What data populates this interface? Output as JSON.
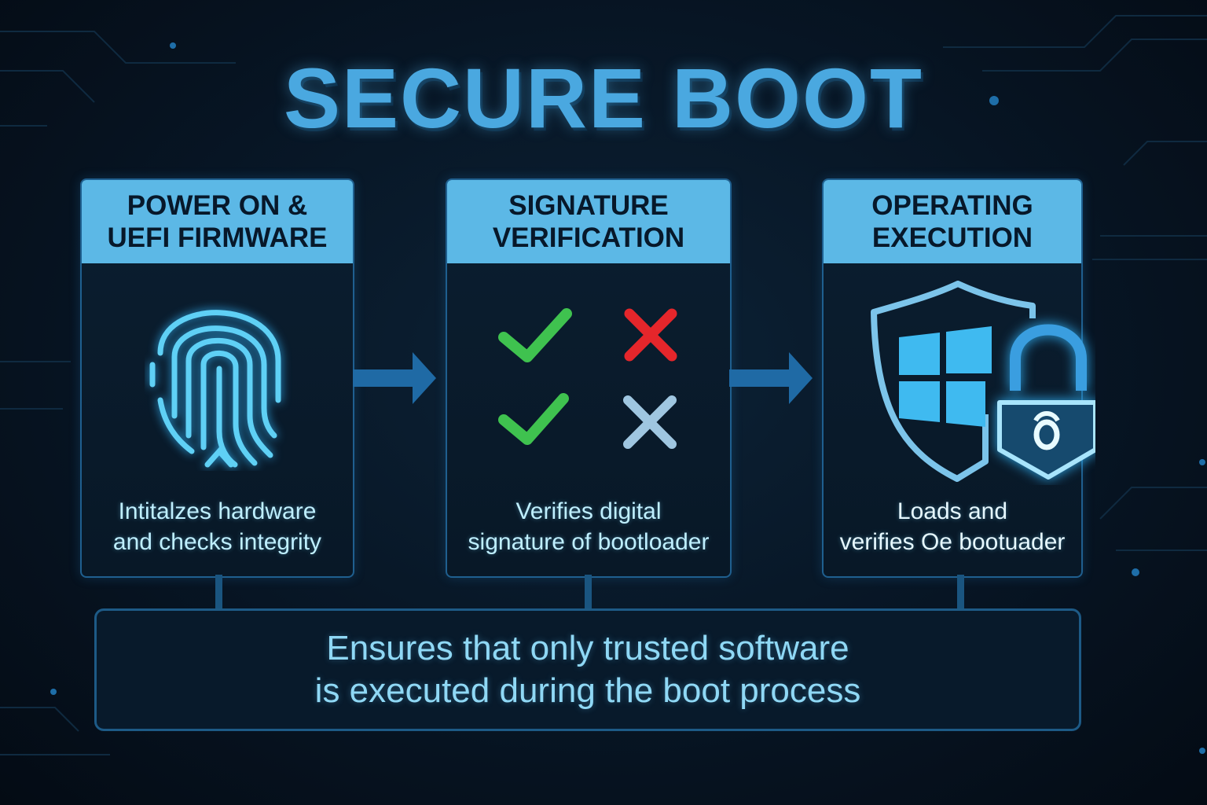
{
  "title": "SECURE BOOT",
  "steps": [
    {
      "heading_line1": "POWER ON &",
      "heading_line2": "UEFI FIRMWARE",
      "icon": "fingerprint-icon",
      "desc_line1": "Intitalzes hardware",
      "desc_line2": "and checks integrity"
    },
    {
      "heading_line1": "SIGNATURE",
      "heading_line2": "VERIFICATION",
      "icon": "check-and-cross-icons",
      "desc_line1": "Verifies digital",
      "desc_line2": "signature of bootloader"
    },
    {
      "heading_line1": "OPERATING",
      "heading_line2": "EXECUTION",
      "icon": "windows-shield-lock-icon",
      "desc_line1": "Loads and",
      "desc_line2": "verifies Oe bootuader"
    }
  ],
  "summary": {
    "line1": "Ensures that only trusted software",
    "line2": "is executed during the boot process"
  },
  "colors": {
    "accent": "#5cb8e6",
    "title": "#4aa8e0",
    "check": "#3fc24f",
    "cross": "#e5262b",
    "cross_faded": "#9fc6e0"
  }
}
